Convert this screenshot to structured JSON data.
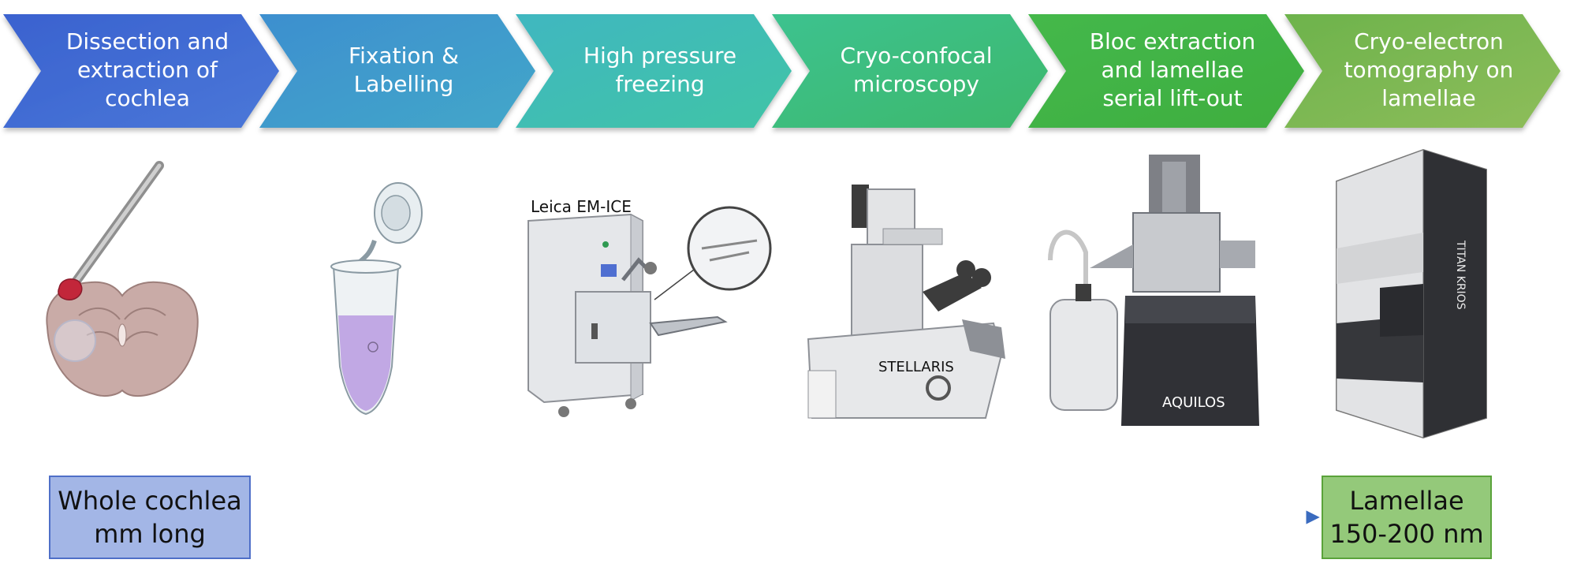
{
  "steps": [
    {
      "id": "dissection",
      "lines": [
        "Dissection and",
        "extraction of",
        "cochlea"
      ],
      "color_start": "#3a62cf",
      "color_end": "#4a77d8"
    },
    {
      "id": "fixation",
      "lines": [
        "Fixation &",
        "Labelling"
      ],
      "color_start": "#3d8fcf",
      "color_end": "#43a7c9"
    },
    {
      "id": "hpf",
      "lines": [
        "High pressure",
        "freezing"
      ],
      "color_start": "#3fb7c0",
      "color_end": "#3fc4a6"
    },
    {
      "id": "cryo-confocal",
      "lines": [
        "Cryo-confocal",
        "microscopy"
      ],
      "color_start": "#3cc28f",
      "color_end": "#3eb86b"
    },
    {
      "id": "bloc-extraction",
      "lines": [
        "Bloc extraction",
        "and lamellae",
        "serial lift-out"
      ],
      "color_start": "#44b84b",
      "color_end": "#3fae3f"
    },
    {
      "id": "cryo-et",
      "lines": [
        "Cryo-electron",
        "tomography on",
        "lamellae"
      ],
      "color_start": "#6db34c",
      "color_end": "#8ebd5a"
    }
  ],
  "instrument_labels": {
    "leica": "Leica EM-ICE",
    "stellaris": "STELLARIS",
    "aquilos": "AQUILOS",
    "krios": "TITAN KRIOS"
  },
  "scale": {
    "start": {
      "line1": "Whole cochlea",
      "line2": "mm long"
    },
    "end": {
      "line1": "Lamellae",
      "line2": "150-200 nm"
    }
  },
  "colors": {
    "arrow": "#3a6bbf",
    "start_fill": "#a3b6e6",
    "end_fill": "#94c97a"
  }
}
